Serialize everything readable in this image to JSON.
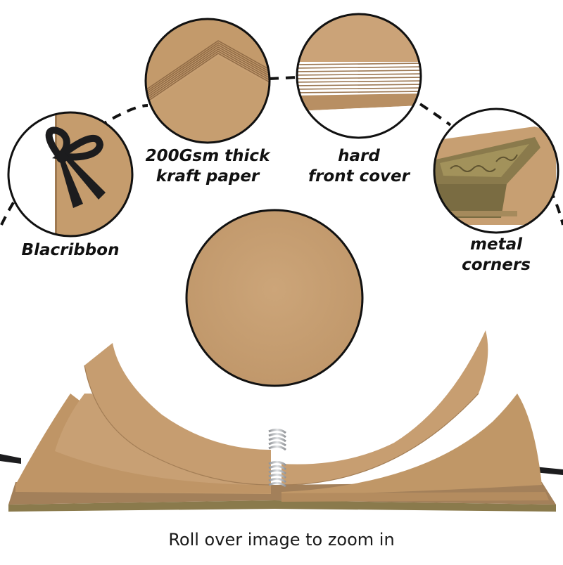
{
  "callouts": {
    "ribbon": "Blacribbon",
    "paper_line1": "200Gsm thick",
    "paper_line2": "kraft  paper",
    "cover_line1": "hard",
    "cover_line2": "front cover",
    "corners_line1": "metal",
    "corners_line2": "corners"
  },
  "footer": {
    "zoom_hint": "Roll over image to zoom in"
  },
  "colors": {
    "kraft": "#c49a6c",
    "kraft_light": "#d2ab7f",
    "kraft_dark": "#a9825a",
    "ribbon": "#1c1c1e",
    "brass": "#8a7a4c",
    "spiral": "#b9bcc0"
  }
}
